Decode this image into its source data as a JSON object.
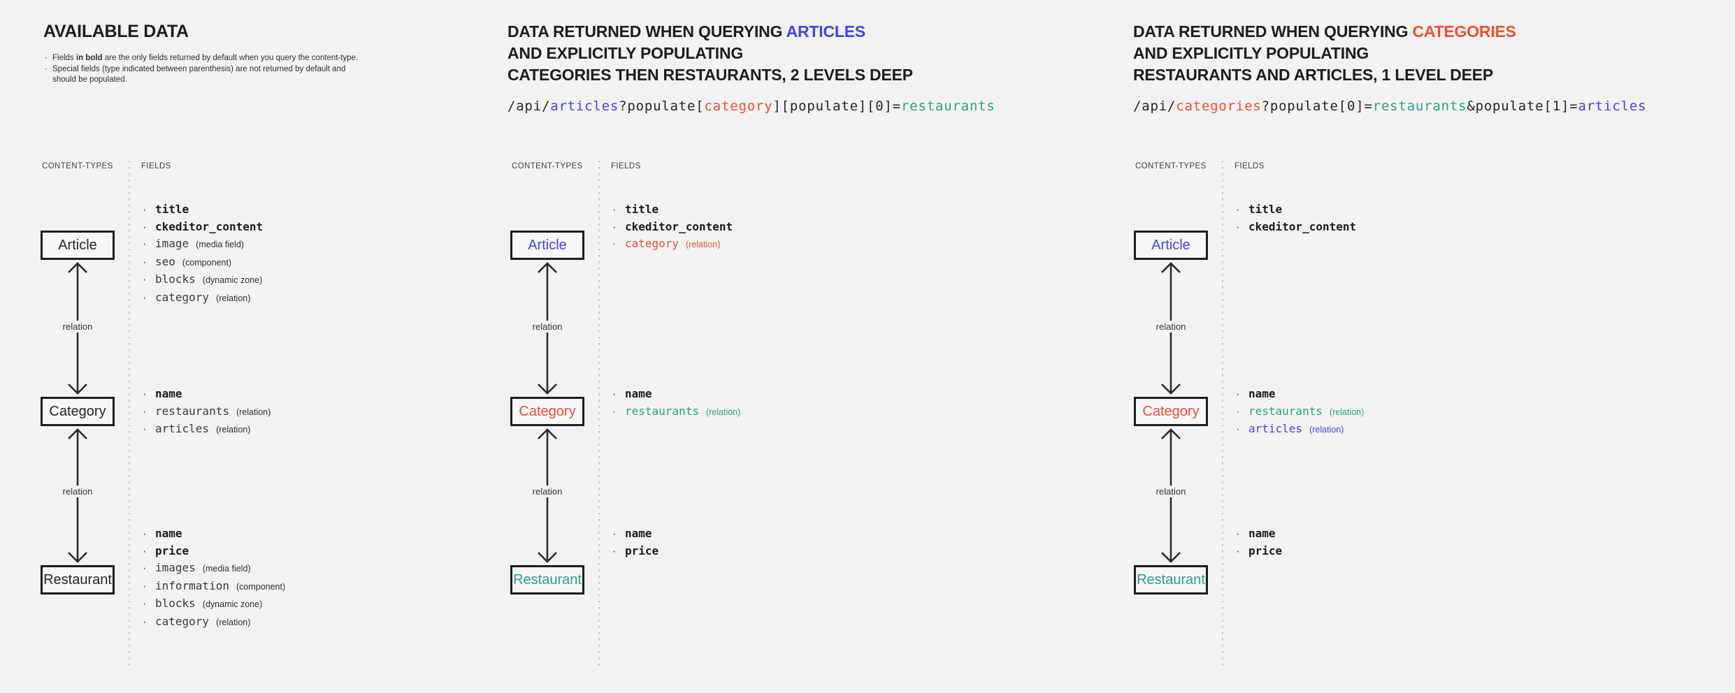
{
  "colors": {
    "ink": "#262626",
    "blue": "#4343e8",
    "red": "#ee5032",
    "teal": "#2aa183"
  },
  "labels": {
    "content_types": "CONTENT-TYPES",
    "fields": "FIELDS",
    "relation": "relation"
  },
  "available": {
    "title": "AVAILABLE DATA",
    "notes": [
      {
        "pre": "Fields ",
        "bold": "in bold",
        "post": " are the only fields returned by default when you query the content-type."
      },
      {
        "pre": "Special fields (type indicated between parenthesis) are not returned by default and should be populated.",
        "bold": "",
        "post": ""
      }
    ]
  },
  "query_articles": {
    "title_prefix": "DATA RETURNED WHEN QUERYING ",
    "title_highlight": "ARTICLES",
    "highlight_color": "blue",
    "title_line2": "AND EXPLICITLY POPULATING",
    "title_line3": "CATEGORIES THEN RESTAURANTS, 2 LEVELS DEEP",
    "code": [
      {
        "text": "/api/",
        "color": "ink"
      },
      {
        "text": "articles",
        "color": "blue"
      },
      {
        "text": "?populate[",
        "color": "ink"
      },
      {
        "text": "category",
        "color": "red"
      },
      {
        "text": "][populate][0]=",
        "color": "ink"
      },
      {
        "text": "restaurants",
        "color": "teal"
      }
    ]
  },
  "query_categories": {
    "title_prefix": "DATA RETURNED WHEN QUERYING ",
    "title_highlight": "CATEGORIES",
    "highlight_color": "red",
    "title_line2": "AND EXPLICITLY POPULATING",
    "title_line3": "RESTAURANTS AND ARTICLES, 1 LEVEL DEEP",
    "code": [
      {
        "text": "/api/",
        "color": "ink"
      },
      {
        "text": "categories",
        "color": "red"
      },
      {
        "text": "?populate[0]=",
        "color": "ink"
      },
      {
        "text": "restaurants",
        "color": "teal"
      },
      {
        "text": "&populate[1]=",
        "color": "ink"
      },
      {
        "text": "articles",
        "color": "blue"
      }
    ]
  },
  "diagrams": [
    {
      "column": "available",
      "boxes": [
        {
          "label": "Article",
          "color": "ink"
        },
        {
          "label": "Category",
          "color": "ink"
        },
        {
          "label": "Restaurant",
          "color": "ink"
        }
      ],
      "fields": [
        [
          {
            "name": "title",
            "bold": true
          },
          {
            "name": "ckeditor_content",
            "bold": true
          },
          {
            "name": "image",
            "type": "(media field)"
          },
          {
            "name": "seo",
            "type": "(component)"
          },
          {
            "name": "blocks",
            "type": "(dynamic zone)"
          },
          {
            "name": "category",
            "type": "(relation)"
          }
        ],
        [
          {
            "name": "name",
            "bold": true
          },
          {
            "name": "restaurants",
            "type": "(relation)"
          },
          {
            "name": "articles",
            "type": "(relation)"
          }
        ],
        [
          {
            "name": "name",
            "bold": true
          },
          {
            "name": "price",
            "bold": true
          },
          {
            "name": "images",
            "type": "(media field)"
          },
          {
            "name": "information",
            "type": "(component)"
          },
          {
            "name": "blocks",
            "type": "(dynamic zone)"
          },
          {
            "name": "category",
            "type": "(relation)"
          }
        ]
      ]
    },
    {
      "column": "query_articles",
      "boxes": [
        {
          "label": "Article",
          "color": "blue"
        },
        {
          "label": "Category",
          "color": "red"
        },
        {
          "label": "Restaurant",
          "color": "teal"
        }
      ],
      "fields": [
        [
          {
            "name": "title",
            "bold": true
          },
          {
            "name": "ckeditor_content",
            "bold": true
          },
          {
            "name": "category",
            "type": "(relation)",
            "color": "red"
          }
        ],
        [
          {
            "name": "name",
            "bold": true
          },
          {
            "name": "restaurants",
            "type": "(relation)",
            "color": "teal"
          }
        ],
        [
          {
            "name": "name",
            "bold": true
          },
          {
            "name": "price",
            "bold": true
          }
        ]
      ]
    },
    {
      "column": "query_categories",
      "boxes": [
        {
          "label": "Article",
          "color": "blue"
        },
        {
          "label": "Category",
          "color": "red"
        },
        {
          "label": "Restaurant",
          "color": "teal"
        }
      ],
      "fields": [
        [
          {
            "name": "title",
            "bold": true
          },
          {
            "name": "ckeditor_content",
            "bold": true
          }
        ],
        [
          {
            "name": "name",
            "bold": true
          },
          {
            "name": "restaurants",
            "type": "(relation)",
            "color": "teal"
          },
          {
            "name": "articles",
            "type": "(relation)",
            "color": "blue"
          }
        ],
        [
          {
            "name": "name",
            "bold": true
          },
          {
            "name": "price",
            "bold": true
          }
        ]
      ]
    }
  ]
}
